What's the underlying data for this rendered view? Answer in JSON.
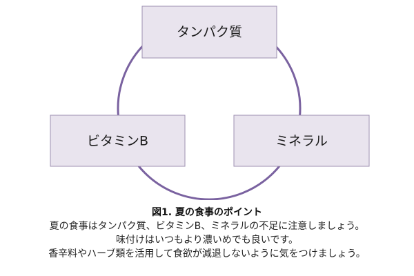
{
  "diagram": {
    "nodes": [
      {
        "id": "protein",
        "label": "タンパク質"
      },
      {
        "id": "vitamin-b",
        "label": "ビタミンB"
      },
      {
        "id": "mineral",
        "label": "ミネラル"
      }
    ],
    "colors": {
      "cycle": "#7a62a0",
      "box_fill": "#e9e4ee",
      "box_border": "#9d8fb0"
    }
  },
  "caption": {
    "title": "図1. 夏の食事のポイント",
    "lines": [
      "夏の食事はタンパク質、ビタミンB、ミネラルの不足に注意しましょう。",
      "味付けはいつもより濃いめでも良いです。",
      "香辛料やハーブ類を活用して食欲が減退しないように気をつけましょう。"
    ]
  }
}
